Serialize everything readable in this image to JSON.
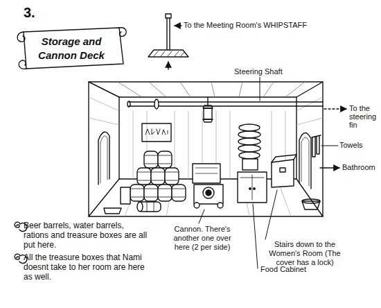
{
  "diagram": {
    "title": "Storage and Cannon Deck",
    "labels": [
      "3.",
      "To the Meeting Room's WHIPSTAFF",
      "Steering Shaft",
      "To the steering fin",
      "Towels",
      "Bathroom",
      "Cannon. There's another one over here (2 per side)",
      "Stairs down to the Women's Room (The cover has a lock)",
      "Food Cabinet",
      "Beer barrels, water barrels, rations and treasure boxes are all put here.",
      "All the treasure boxes that Nami doesnt take to her room are here as well."
    ]
  }
}
